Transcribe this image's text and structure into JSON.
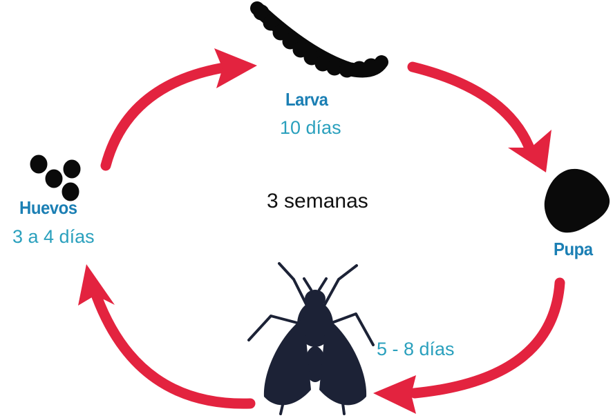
{
  "center_label": "3 semanas",
  "stages": {
    "larva": {
      "name": "Larva",
      "duration": "10 días",
      "icon": "larva-icon"
    },
    "pupa": {
      "name": "Pupa",
      "duration": "",
      "icon": "pupa-icon"
    },
    "adult": {
      "name": "",
      "duration": "5 - 8 días",
      "icon": "fly-icon"
    },
    "eggs": {
      "name": "Huevos",
      "duration": "3 a 4 días",
      "icon": "eggs-icon"
    }
  },
  "colors": {
    "arrow": "#e3233f",
    "stage_name": "#1b7fb4",
    "duration": "#2aa0bd",
    "larva": "#0a0a0a",
    "fly": "#1c2236"
  }
}
